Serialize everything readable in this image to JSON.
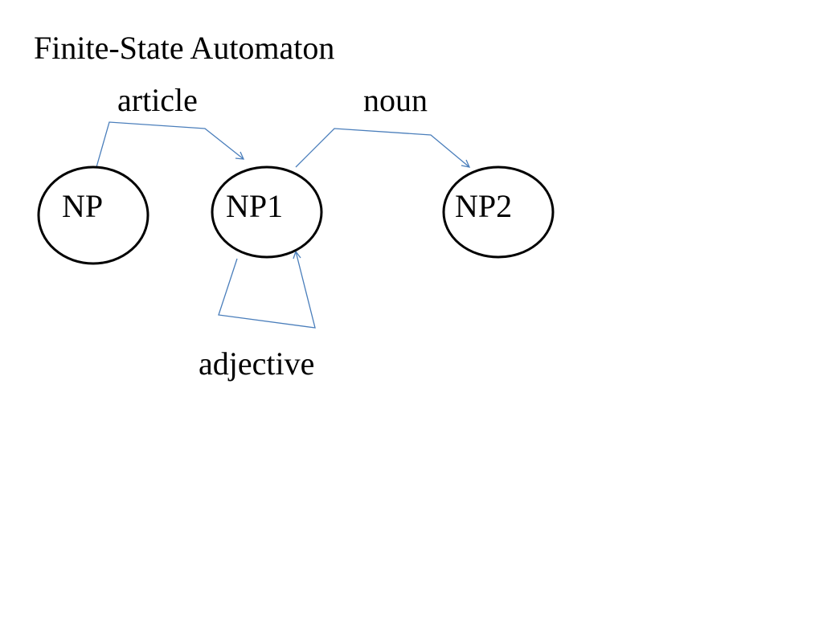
{
  "title": "Finite-State Automaton",
  "colors": {
    "edge": "#4a7ebb",
    "state_outline": "#000000",
    "text": "#000000"
  },
  "states": [
    {
      "id": "np",
      "label": "NP"
    },
    {
      "id": "np1",
      "label": "NP1"
    },
    {
      "id": "np2",
      "label": "NP2"
    }
  ],
  "transitions": [
    {
      "id": "article",
      "from": "NP",
      "to": "NP1",
      "label": "article"
    },
    {
      "id": "noun",
      "from": "NP1",
      "to": "NP2",
      "label": "noun"
    },
    {
      "id": "adjective",
      "from": "NP1",
      "to": "NP1",
      "label": "adjective"
    }
  ]
}
